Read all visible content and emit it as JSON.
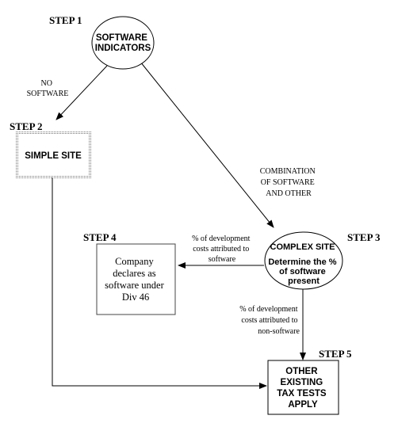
{
  "steps": {
    "step1": "STEP 1",
    "step2": "STEP 2",
    "step3": "STEP 3",
    "step4": "STEP 4",
    "step5": "STEP 5"
  },
  "nodes": {
    "software_indicators": {
      "line1": "SOFTWARE",
      "line2": "INDICATORS"
    },
    "simple_site": {
      "label": "SIMPLE SITE"
    },
    "complex_site": {
      "title": "COMPLEX SITE",
      "line1": "Determine the %",
      "line2": "of software",
      "line3": "present"
    },
    "company_declares": {
      "line1": "Company",
      "line2": "declares as",
      "line3": "software under",
      "line4": "Div 46"
    },
    "other_tax_tests": {
      "line1": "OTHER",
      "line2": "EXISTING",
      "line3": "TAX TESTS",
      "line4": "APPLY"
    }
  },
  "edges": {
    "no_software": {
      "line1": "NO",
      "line2": "SOFTWARE"
    },
    "combination": {
      "line1": "COMBINATION",
      "line2": "OF SOFTWARE",
      "line3": "AND OTHER"
    },
    "to_software": {
      "line1": "% of development",
      "line2": "costs attributed to",
      "line3": "software"
    },
    "to_non_software": {
      "line1": "% of development",
      "line2": "costs attributed to",
      "line3": "non-software"
    }
  }
}
